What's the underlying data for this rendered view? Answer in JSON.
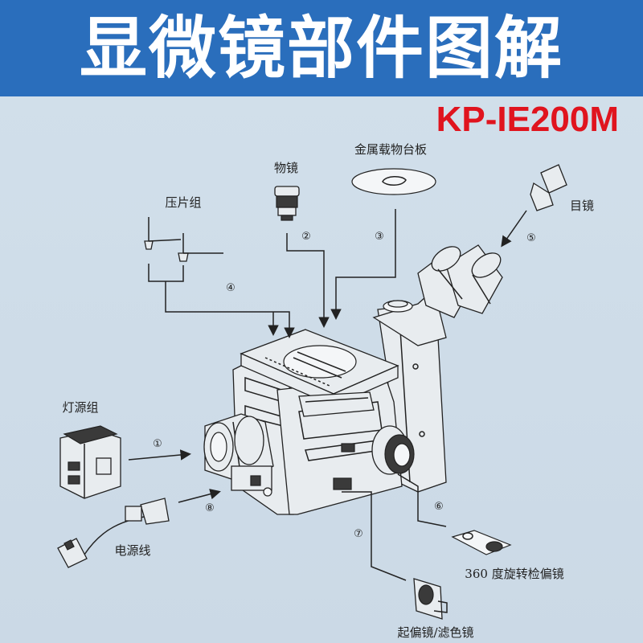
{
  "header": {
    "title": "显微镜部件图解",
    "model": "KP-IE200M",
    "background": "#2a6ebc",
    "model_color": "#e0141e"
  },
  "parts": [
    {
      "number": "①",
      "label": "灯源组"
    },
    {
      "number": "②",
      "label": "物镜"
    },
    {
      "number": "③",
      "label": "金属载物台板"
    },
    {
      "number": "④",
      "label": "压片组"
    },
    {
      "number": "⑤",
      "label": "目镜"
    },
    {
      "number": "⑥",
      "label": "360 度旋转检偏镜"
    },
    {
      "number": "⑦",
      "label": "起偏镜/滤色镜"
    },
    {
      "number": "⑧",
      "label": "电源线"
    }
  ]
}
